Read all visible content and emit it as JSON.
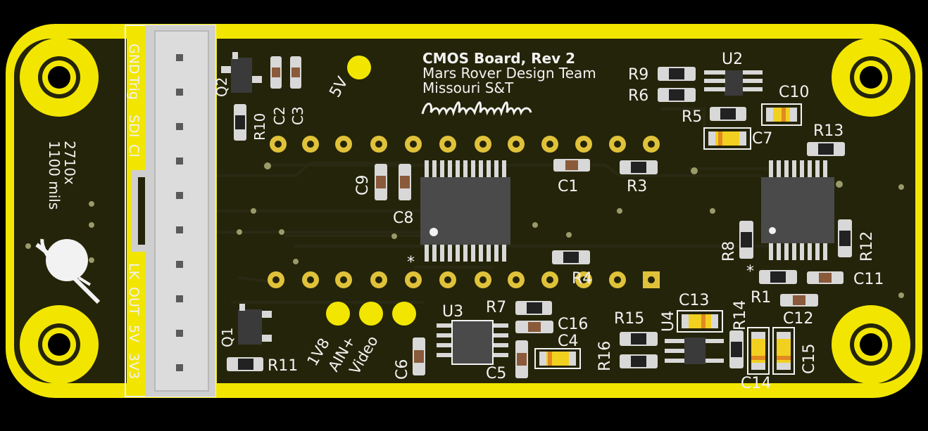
{
  "board": {
    "title": "CMOS Board, Rev 2",
    "team": "Mars Rover Design Team",
    "school": "Missouri S&T",
    "size_line1": "2710x",
    "size_line2": "1100 mils",
    "colors": {
      "background": "#000000",
      "edge": "#f2e600",
      "board": "#24240a",
      "silk": "#f2f2f2",
      "gold": "#e0c23a"
    }
  },
  "connector": {
    "top_pins": [
      "GND",
      "Trig",
      "SDI",
      "Cl"
    ],
    "bottom_pins": [
      "LK",
      "OUT",
      "5V",
      "3V3"
    ]
  },
  "test_points": {
    "five_v": "5V",
    "v1v8": "1V8",
    "ain": "AIN+",
    "video": "Video"
  },
  "designators": {
    "Q1": "Q1",
    "Q2": "Q2",
    "R1": "R1",
    "R3": "R3",
    "R4": "R4",
    "R5": "R5",
    "R6": "R6",
    "R7": "R7",
    "R8": "R8",
    "R9": "R9",
    "R10": "R10",
    "R11": "R11",
    "R12": "R12",
    "R13": "R13",
    "R14": "R14",
    "R15": "R15",
    "R16": "R16",
    "C1": "C1",
    "C2": "C2",
    "C3": "C3",
    "C4": "C4",
    "C5": "C5",
    "C6": "C6",
    "C7": "C7",
    "C8": "C8",
    "C9": "C9",
    "C10": "C10",
    "C11": "C11",
    "C12": "C12",
    "C13": "C13",
    "C14": "C14",
    "C15": "C15",
    "C16": "C16",
    "U2": "U2",
    "U3": "U3",
    "U4": "U4",
    "pin1_a": "*",
    "pin1_b": "*"
  }
}
